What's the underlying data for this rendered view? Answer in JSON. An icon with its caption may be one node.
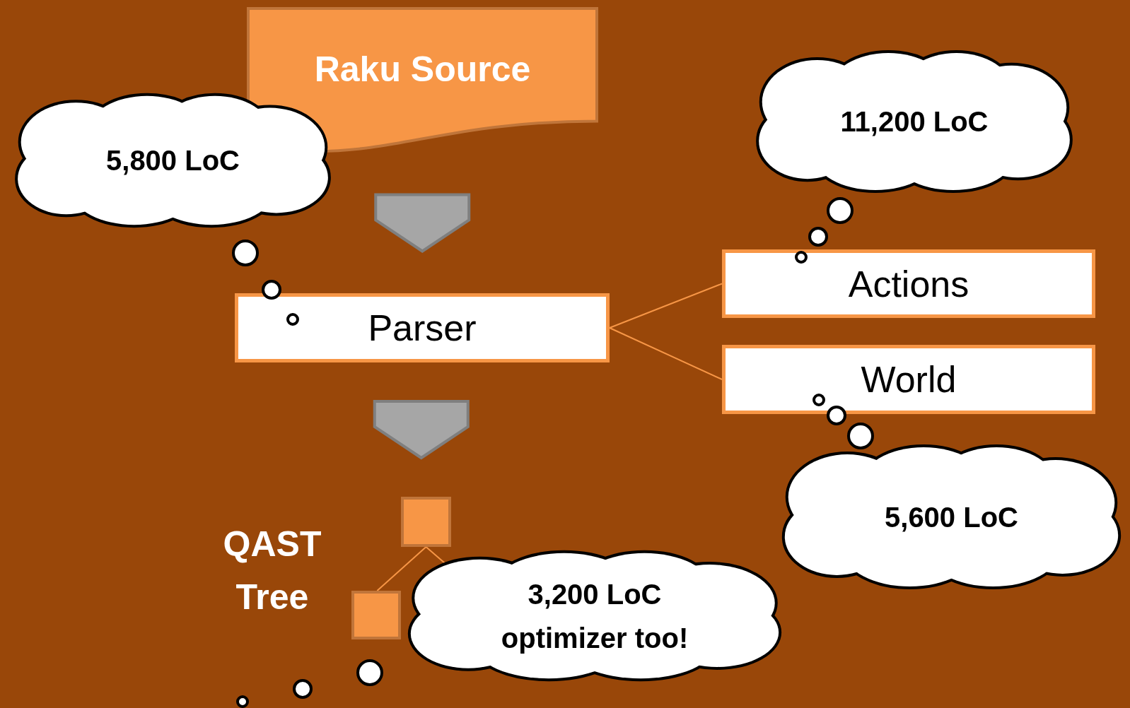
{
  "diagram": {
    "nodes": [
      {
        "text": [
          "Raku Source"
        ]
      },
      {
        "text": [
          "5,800 LoC"
        ]
      },
      {
        "text": [
          "Parser"
        ]
      },
      {
        "text": [
          "11,200 LoC"
        ]
      },
      {
        "text": [
          "Actions"
        ]
      },
      {
        "text": [
          "World"
        ]
      },
      {
        "text": [
          "5,600 LoC"
        ]
      },
      {
        "text": [
          "QAST Tree"
        ]
      },
      {
        "text": [],
        "shape": "box"
      },
      {
        "text": [],
        "shape": "box"
      },
      {
        "text": [
          "3,200 LoC",
          "optimizer too!"
        ]
      }
    ],
    "edges": [
      {
        "from": 0,
        "to": 2,
        "arrow": "to",
        "style": "thick",
        "color": "#a6a6a6"
      },
      {
        "from": 2,
        "to": 4,
        "arrow": "none"
      },
      {
        "from": 2,
        "to": 5,
        "arrow": "none"
      },
      {
        "from": 2,
        "to": 8,
        "arrow": "to",
        "style": "thick",
        "color": "#a6a6a6"
      },
      {
        "from": 8,
        "to": 9,
        "arrow": "none"
      },
      {
        "from": 8,
        "to": 10,
        "arrow": "none"
      }
    ]
  }
}
